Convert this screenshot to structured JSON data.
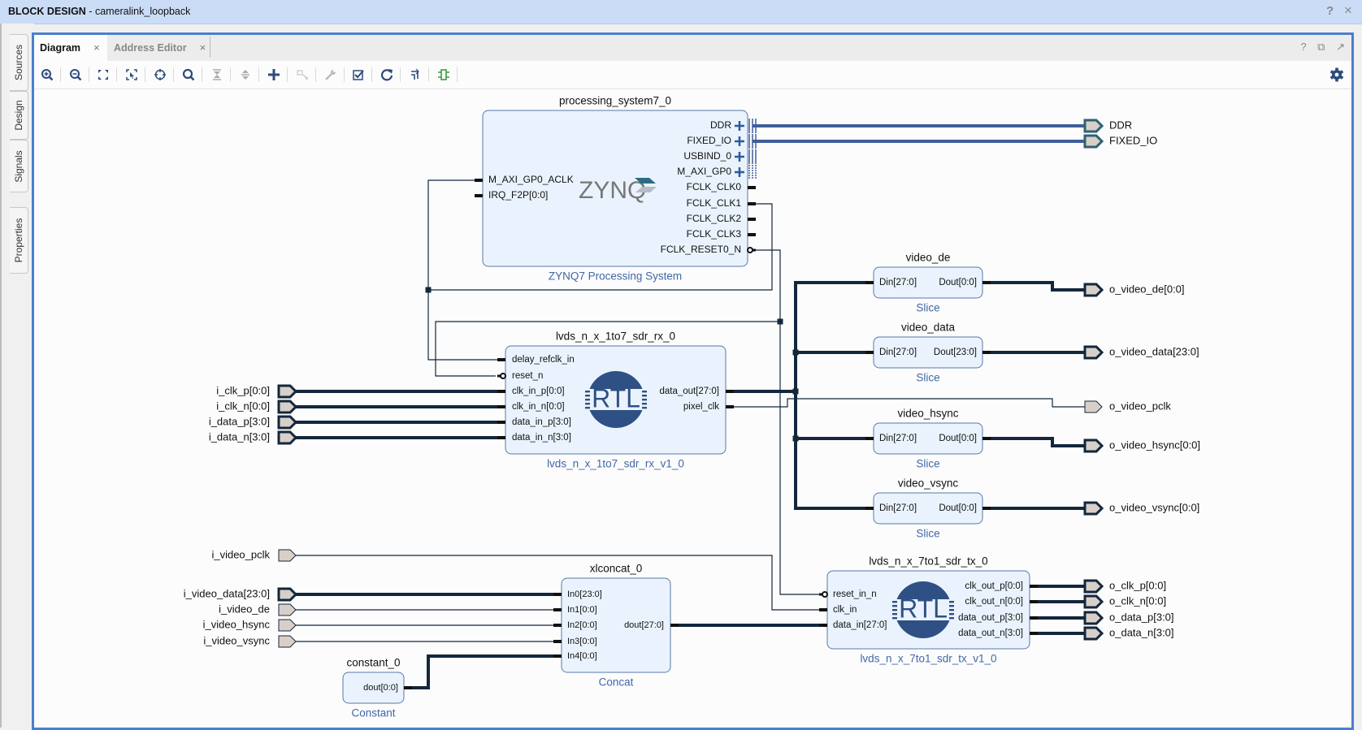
{
  "window": {
    "title_bold": "BLOCK DESIGN",
    "title_rest": " - cameralink_loopback",
    "help_icon": "?",
    "close_icon": "×"
  },
  "side_tabs": [
    "Sources",
    "Design",
    "Signals",
    "Properties"
  ],
  "tabs": [
    {
      "label": "Diagram",
      "close": "×",
      "active": true
    },
    {
      "label": "Address Editor",
      "close": "×",
      "active": false
    }
  ],
  "panel_icons": {
    "help": "?",
    "restore": "⧉",
    "float": "↗"
  },
  "toolbar": [
    "zoom-in",
    "zoom-out",
    "zoom-fit",
    "zoom-area",
    "center",
    "search",
    "collapse-all",
    "expand-all",
    "add-ip",
    "make-external",
    "customize",
    "validate",
    "regenerate-layout",
    "optimize-routing",
    "debug",
    "settings"
  ],
  "colors": {
    "block_fill": "#eaf3fd",
    "block_border": "#5878a8",
    "wire": "#13273d",
    "bus_blue": "#3f5f9b",
    "port_fill": "#d8cfc9",
    "subtitle": "#4167a8",
    "rtl": "#2e5084"
  },
  "blocks": {
    "ps": {
      "name": "processing_system7_0",
      "subtitle": "ZYNQ7 Processing System",
      "logo": "ZYNQ",
      "left_ports": [
        "M_AXI_GP0_ACLK",
        "IRQ_F2P[0:0]"
      ],
      "right_ports": [
        "DDR",
        "FIXED_IO",
        "USBIND_0",
        "M_AXI_GP0",
        "FCLK_CLK0",
        "FCLK_CLK1",
        "FCLK_CLK2",
        "FCLK_CLK3",
        "FCLK_RESET0_N"
      ]
    },
    "rx": {
      "name": "lvds_n_x_1to7_sdr_rx_0",
      "subtitle": "lvds_n_x_1to7_sdr_rx_v1_0",
      "logo": "RTL",
      "left_ports": [
        "delay_refclk_in",
        "reset_n",
        "clk_in_p[0:0]",
        "clk_in_n[0:0]",
        "data_in_p[3:0]",
        "data_in_n[3:0]"
      ],
      "right_ports": [
        "data_out[27:0]",
        "pixel_clk"
      ]
    },
    "tx": {
      "name": "lvds_n_x_7to1_sdr_tx_0",
      "subtitle": "lvds_n_x_7to1_sdr_tx_v1_0",
      "logo": "RTL",
      "left_ports": [
        "reset_in_n",
        "clk_in",
        "data_in[27:0]"
      ],
      "right_ports": [
        "clk_out_p[0:0]",
        "clk_out_n[0:0]",
        "data_out_p[3:0]",
        "data_out_n[3:0]"
      ]
    },
    "concat": {
      "name": "xlconcat_0",
      "subtitle": "Concat",
      "left_ports": [
        "In0[23:0]",
        "In1[0:0]",
        "In2[0:0]",
        "In3[0:0]",
        "In4[0:0]"
      ],
      "right_ports": [
        "dout[27:0]"
      ]
    },
    "constant": {
      "name": "constant_0",
      "subtitle": "Constant",
      "right_ports": [
        "dout[0:0]"
      ]
    },
    "slices": [
      {
        "name": "video_de",
        "subtitle": "Slice",
        "din": "Din[27:0]",
        "dout": "Dout[0:0]"
      },
      {
        "name": "video_data",
        "subtitle": "Slice",
        "din": "Din[27:0]",
        "dout": "Dout[23:0]"
      },
      {
        "name": "video_hsync",
        "subtitle": "Slice",
        "din": "Din[27:0]",
        "dout": "Dout[0:0]"
      },
      {
        "name": "video_vsync",
        "subtitle": "Slice",
        "din": "Din[27:0]",
        "dout": "Dout[0:0]"
      }
    ]
  },
  "ext_inputs": [
    "i_clk_p[0:0]",
    "i_clk_n[0:0]",
    "i_data_p[3:0]",
    "i_data_n[3:0]",
    "i_video_pclk",
    "i_video_data[23:0]",
    "i_video_de",
    "i_video_hsync",
    "i_video_vsync"
  ],
  "ext_outputs": [
    "DDR",
    "FIXED_IO",
    "o_video_de[0:0]",
    "o_video_data[23:0]",
    "o_video_pclk",
    "o_video_hsync[0:0]",
    "o_video_vsync[0:0]",
    "o_clk_p[0:0]",
    "o_clk_n[0:0]",
    "o_data_p[3:0]",
    "o_data_n[3:0]"
  ]
}
